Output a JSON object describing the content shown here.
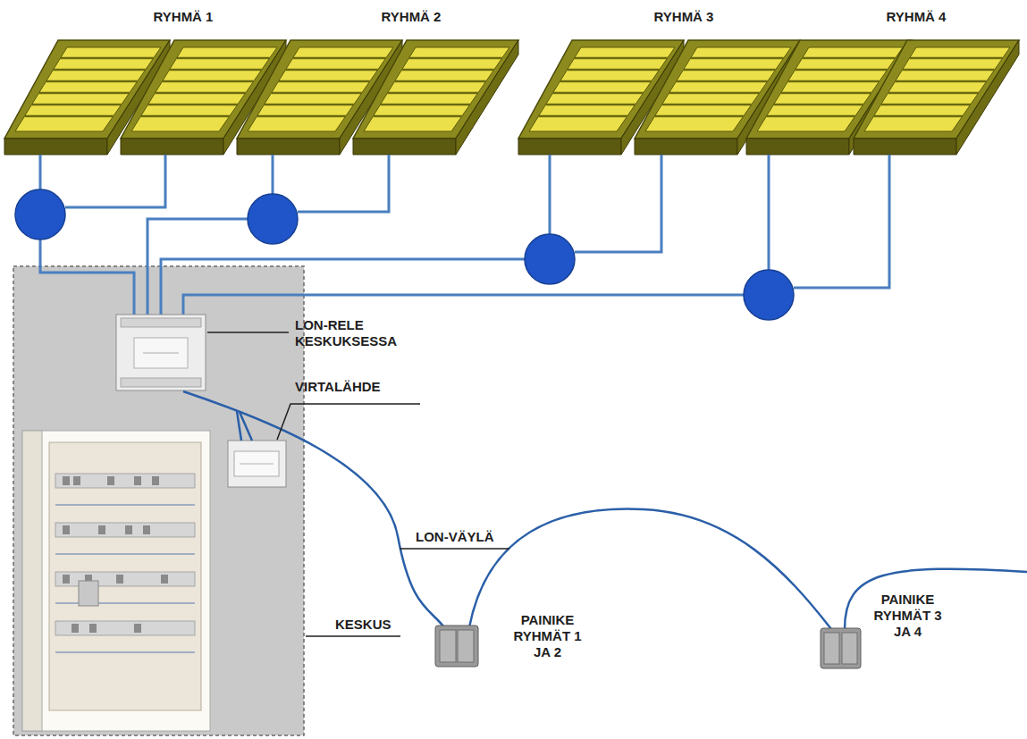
{
  "diagram": {
    "labels": [
      "RYHMÄ 1",
      "RYHMÄ 2",
      "RYHMÄ 3",
      "RYHMÄ 4",
      "LON-RELE KESKUKSESSA",
      "VIRTALÄHDE",
      "LON-VÄYLÄ",
      "KESKUS",
      "PAINIKE RYHMÄT 1 JA 2",
      "PAINIKE RYHMÄT 3 JA 4"
    ]
  }
}
